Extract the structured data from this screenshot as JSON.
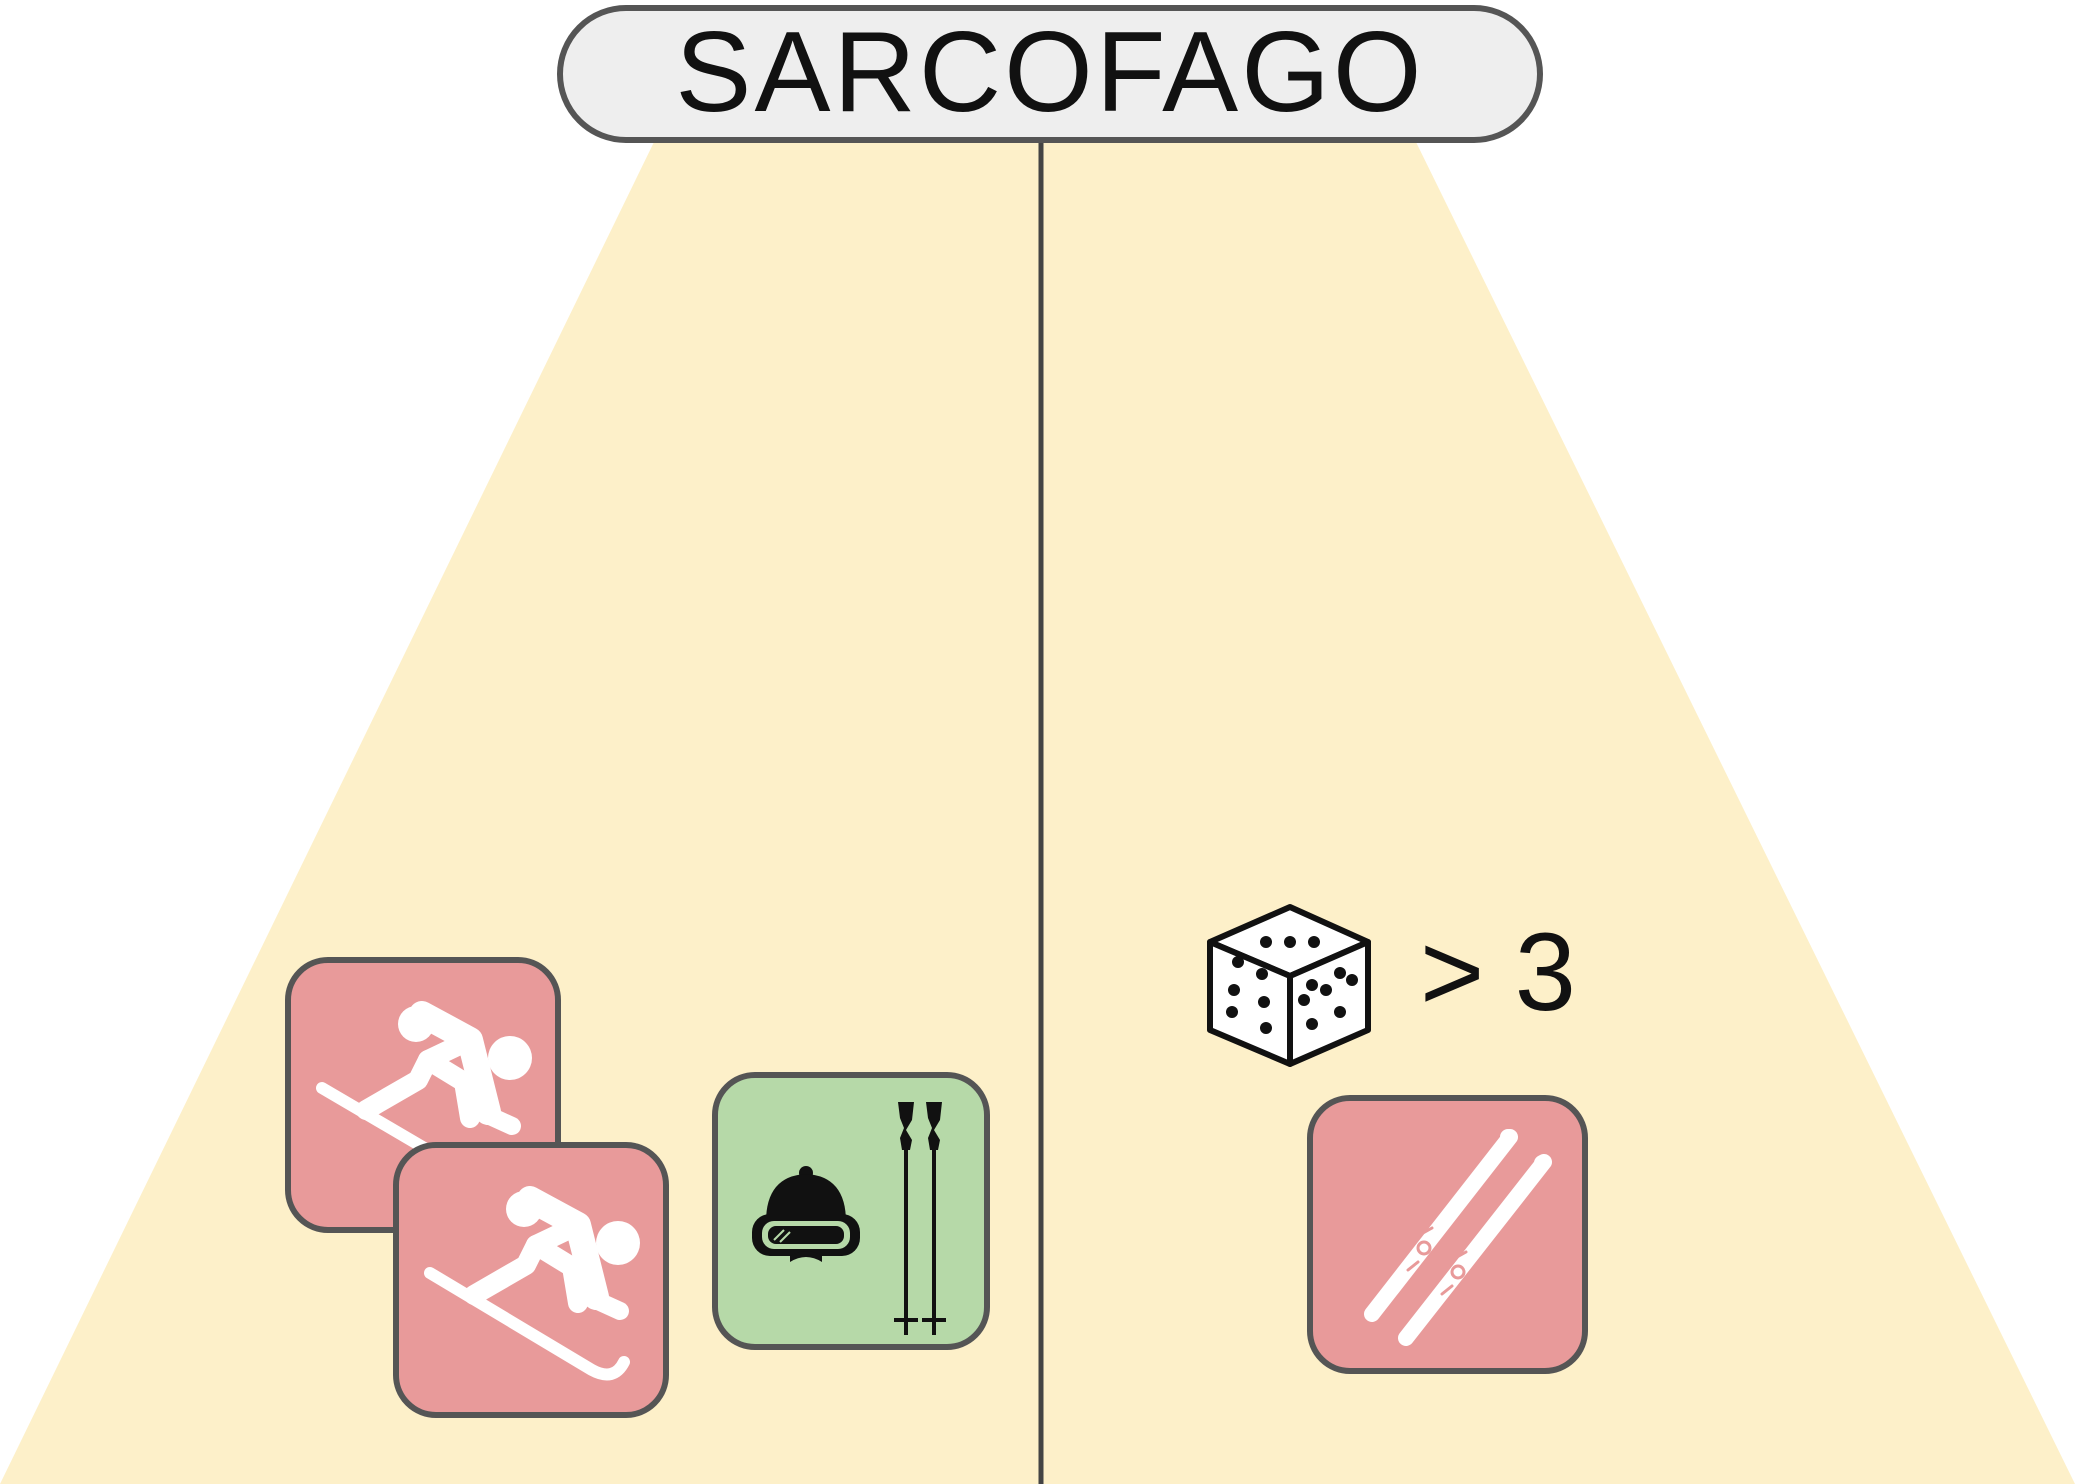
{
  "title": "SARCOFAGO",
  "colors": {
    "background": "#ffffff",
    "zone": "#fdf0c9",
    "title_fill": "#eeeeee",
    "card_red": "#e89a9a",
    "card_green": "#b6d9a8",
    "card_border": "#555555",
    "divider": "#444444"
  },
  "left_side": {
    "cards": [
      {
        "type": "skier",
        "color": "red",
        "icon": "downhill-skier-icon"
      },
      {
        "type": "skier",
        "color": "red",
        "icon": "downhill-skier-icon"
      },
      {
        "type": "equipment",
        "color": "green",
        "icons": [
          "ski-helmet-goggles-icon",
          "ski-poles-icon"
        ]
      }
    ]
  },
  "right_side": {
    "requirement": {
      "icon": "dice-icon",
      "comparison": "> 3"
    },
    "cards": [
      {
        "type": "skis",
        "color": "red",
        "icon": "skis-icon"
      }
    ]
  }
}
